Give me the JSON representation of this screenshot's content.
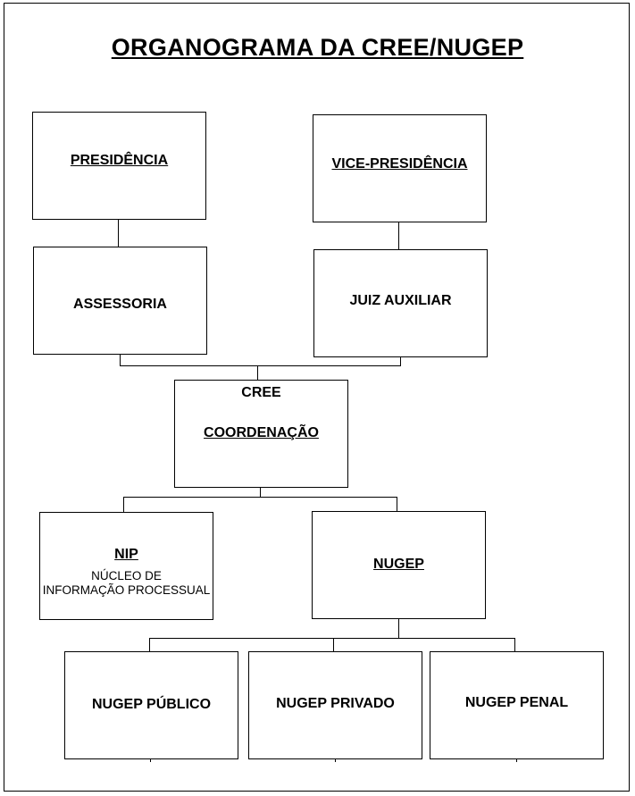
{
  "title": "ORGANOGRAMA DA CREE/NUGEP",
  "nodes": {
    "presidencia": "PRESIDÊNCIA",
    "vice_presidencia": "VICE-PRESIDÊNCIA",
    "assessoria": "ASSESSORIA",
    "juiz_auxiliar": "JUIZ AUXILIAR",
    "cree": "CREE",
    "coordenacao": "COORDENAÇÃO",
    "nip": "NIP",
    "nip_desc_line1": "NÚCLEO DE",
    "nip_desc_line2": "INFORMAÇÃO PROCESSUAL",
    "nugep": "NUGEP",
    "nugep_publico": "NUGEP PÚBLICO",
    "nugep_privado": "NUGEP PRIVADO",
    "nugep_penal": "NUGEP PENAL"
  }
}
